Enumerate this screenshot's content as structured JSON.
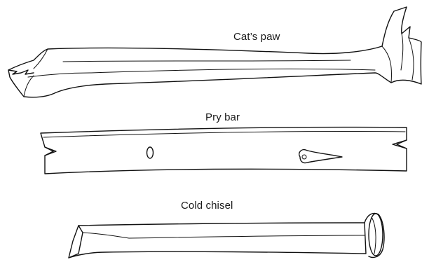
{
  "figure": {
    "labels": {
      "cats_paw": "Cat’s paw",
      "pry_bar": "Pry bar",
      "cold_chisel": "Cold chisel"
    }
  },
  "colors": {
    "ink": "#111111",
    "background": "#ffffff"
  }
}
